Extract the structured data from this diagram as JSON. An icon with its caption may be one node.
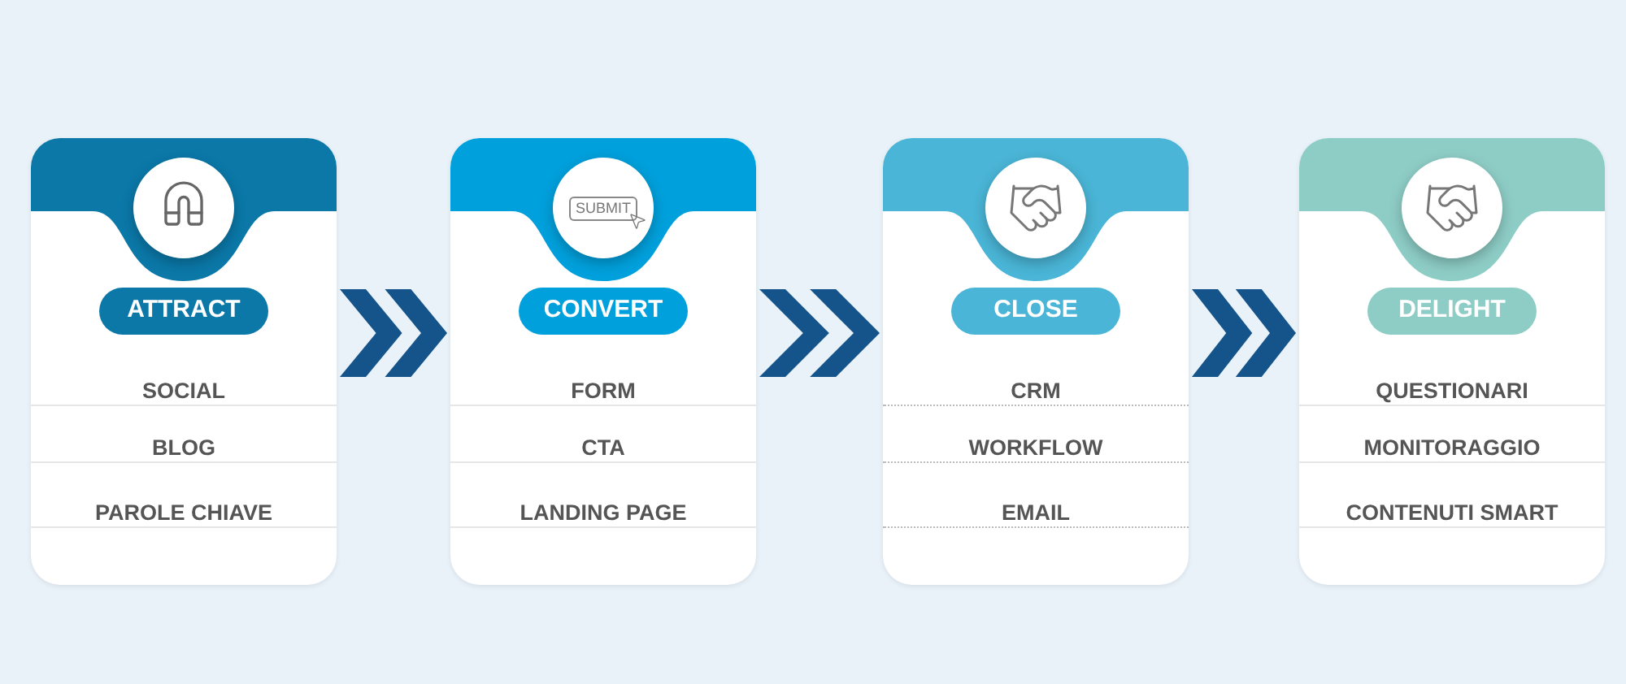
{
  "diagram": {
    "nodes": [
      {
        "text": [
          "SOCIAL",
          "BLOG",
          "PAROLE CHIAVE"
        ]
      },
      {
        "text": [
          "ATTRACT"
        ],
        "in": 0
      },
      {
        "text": [
          "FORM",
          "CTA",
          "LANDING PAGE"
        ]
      },
      {
        "text": [
          "CONVERT"
        ],
        "in": 2
      },
      {
        "text": [
          "CRM",
          "WORKFLOW",
          "EMAIL"
        ]
      },
      {
        "text": [
          "CLOSE"
        ],
        "in": 4
      },
      {
        "text": [
          "QUESTIONARI",
          "MONITORAGGIO",
          "CONTENUTI SMART"
        ]
      },
      {
        "text": [
          "DELIGHT"
        ],
        "in": 6
      }
    ],
    "edges": [
      {
        "from": 0,
        "to": 2,
        "arrow": "to"
      },
      {
        "from": 2,
        "to": 4,
        "arrow": "to"
      },
      {
        "from": 4,
        "to": 6,
        "arrow": "to"
      }
    ],
    "labels": [
      "SUBMIT"
    ]
  }
}
